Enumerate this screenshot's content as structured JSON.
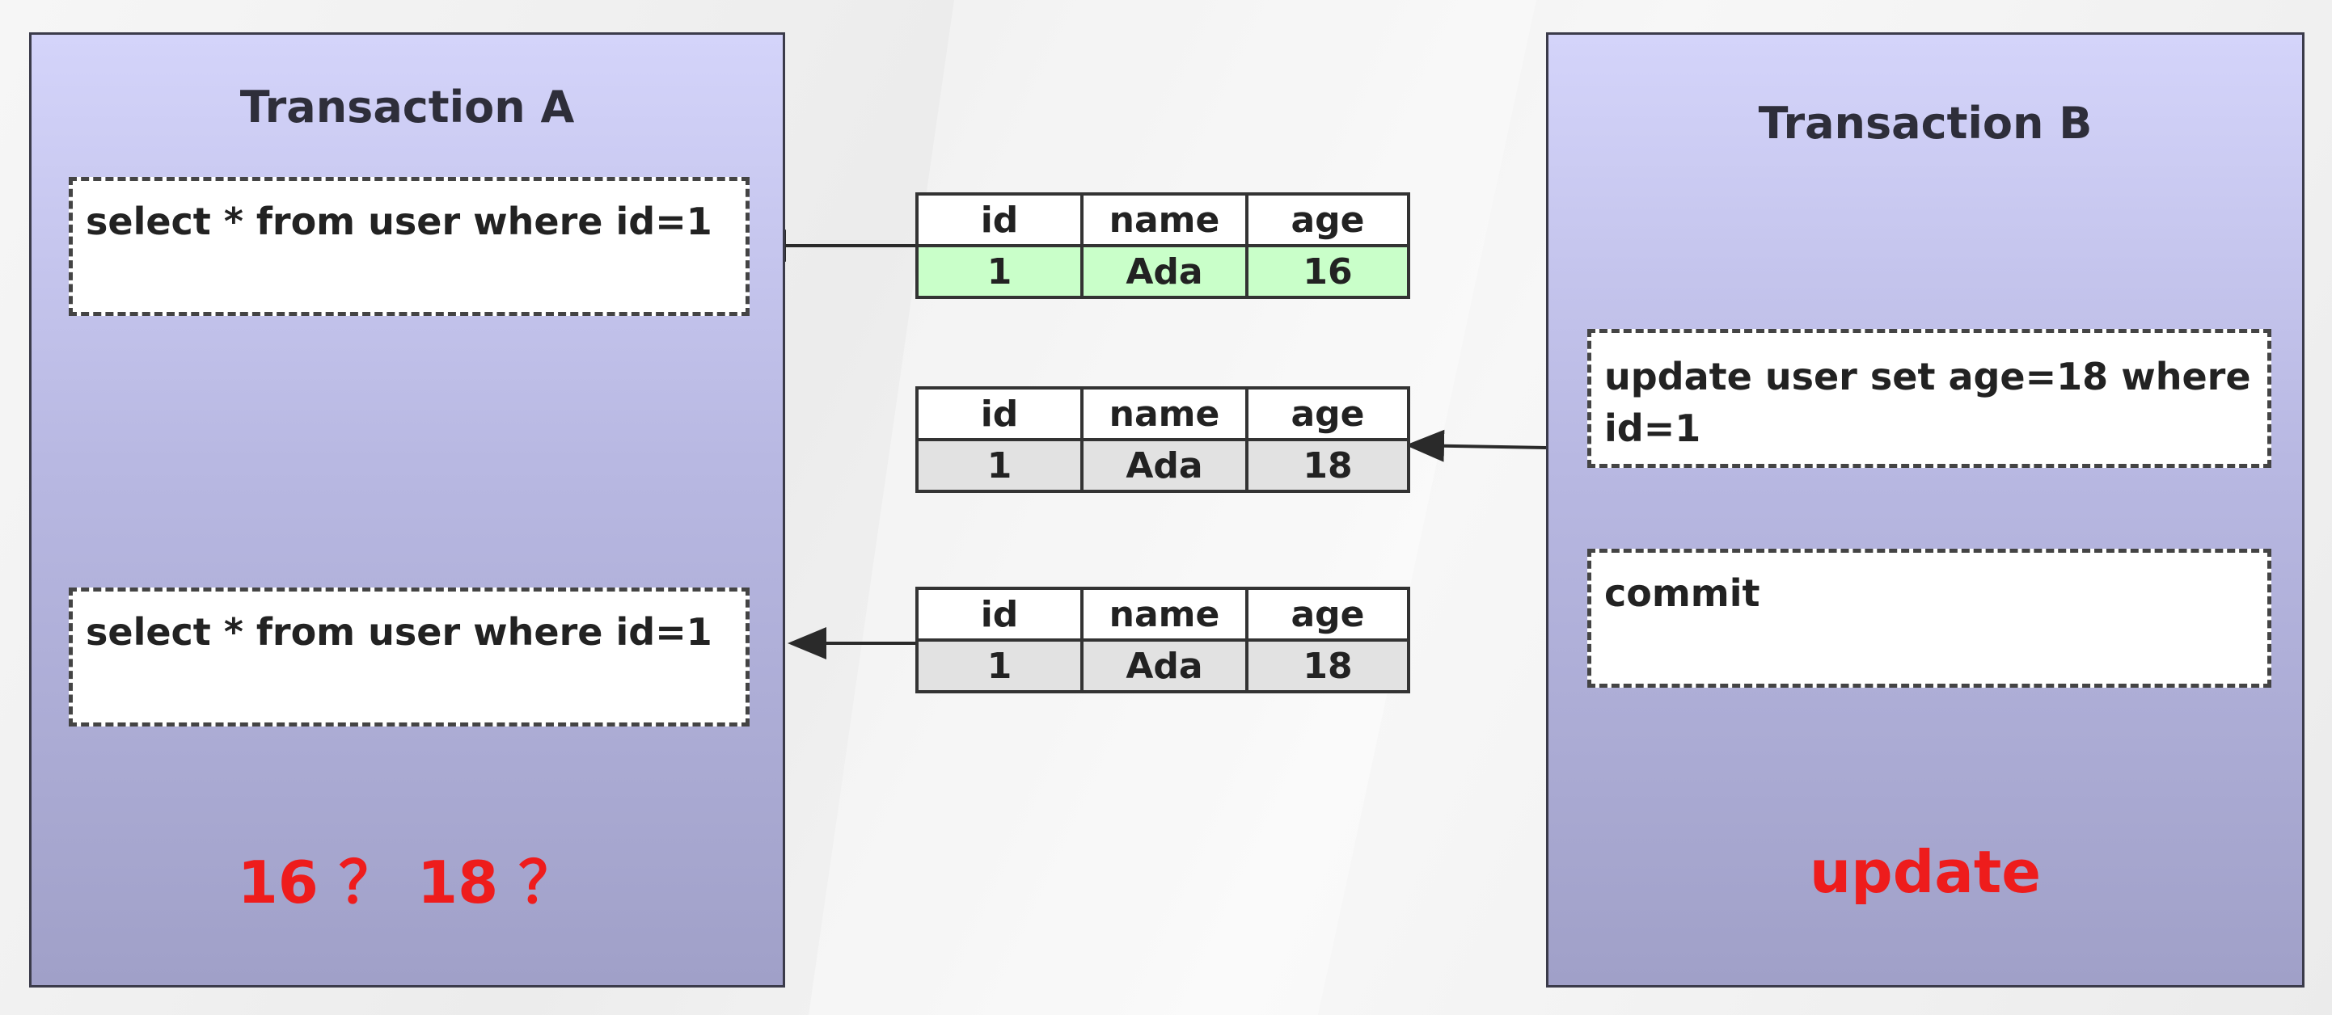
{
  "transaction_a": {
    "title": "Transaction A",
    "query_1": "select * from user where id=1",
    "query_2": "select * from user where id=1",
    "result": "16 ？ 18 ？"
  },
  "transaction_b": {
    "title": "Transaction B",
    "update_statement": "update user set age=18 where id=1",
    "commit_statement": "commit",
    "label": "update"
  },
  "tables": [
    {
      "headers": [
        "id",
        "name",
        "age"
      ],
      "row": [
        "1",
        "Ada",
        "16"
      ],
      "row_color": "#c9ffc9"
    },
    {
      "headers": [
        "id",
        "name",
        "age"
      ],
      "row": [
        "1",
        "Ada",
        "18"
      ],
      "row_color": "#e2e2e2"
    },
    {
      "headers": [
        "id",
        "name",
        "age"
      ],
      "row": [
        "1",
        "Ada",
        "18"
      ],
      "row_color": "#e2e2e2"
    }
  ],
  "colors": {
    "result_text": "#ee1c1c",
    "panel_border": "#3b3b4a"
  }
}
